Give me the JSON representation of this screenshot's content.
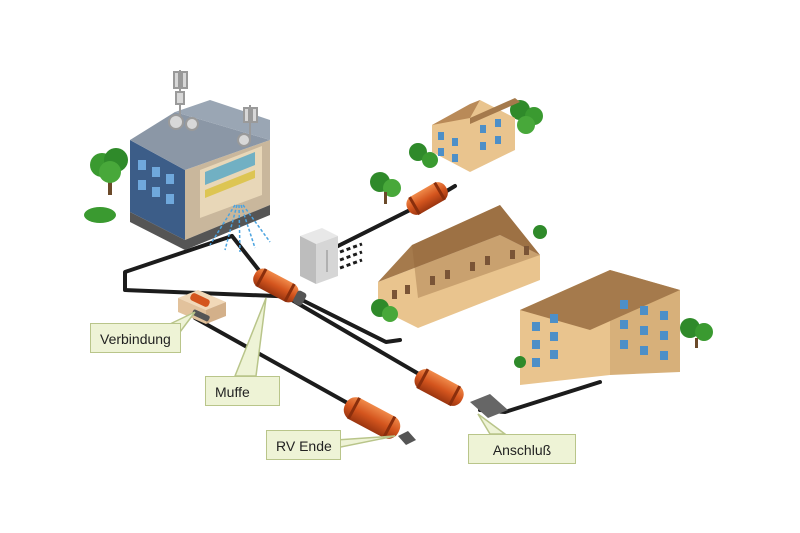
{
  "labels": {
    "verbindung": "Verbindung",
    "muffe": "Muffe",
    "rv_ende": "RV Ende",
    "anschluss": "Anschluß"
  },
  "colors": {
    "cable": "#1c1c1c",
    "sleeve": "#d4551e",
    "roof": "#a57a4c",
    "wall": "#e9c48e",
    "window": "#4d8fc7",
    "hq_wall": "#3c5d88",
    "tree": "#2f8a2a",
    "callout_fill": "#eef3d6",
    "callout_border": "#b9c58a"
  },
  "icons": [
    "central-office-building-icon",
    "antenna-icon",
    "street-cabinet-icon",
    "cable-sleeve-icon",
    "end-cap-icon",
    "terraced-houses-icon",
    "apartment-building-icon",
    "tree-icon"
  ]
}
